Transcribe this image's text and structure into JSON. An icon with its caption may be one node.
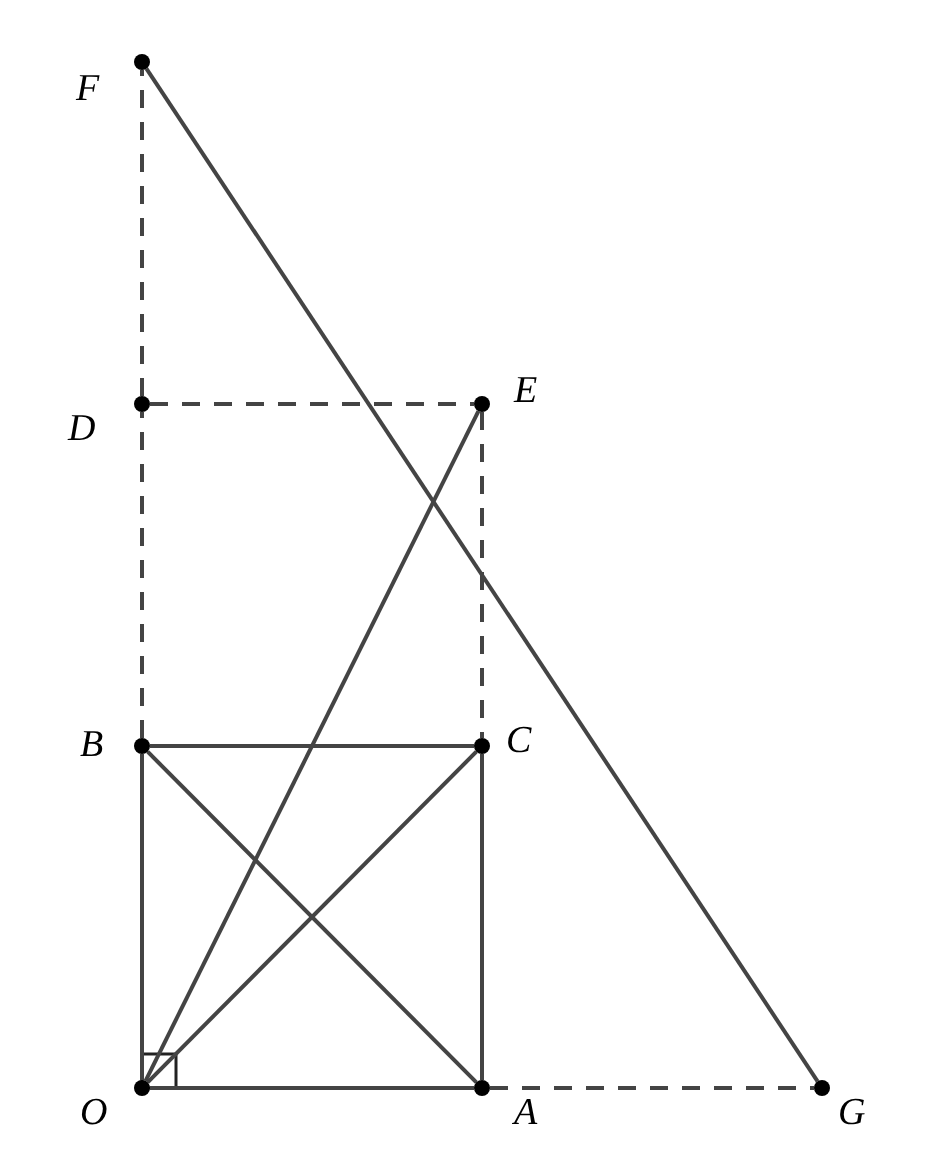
{
  "diagram": {
    "nodes": [
      {
        "text": [
          "F"
        ]
      },
      {
        "text": [
          "D"
        ]
      },
      {
        "text": [
          "E"
        ]
      },
      {
        "text": [
          "B"
        ]
      },
      {
        "text": [
          "C"
        ]
      },
      {
        "text": [
          "O"
        ]
      },
      {
        "text": [
          "A"
        ]
      },
      {
        "text": [
          "G"
        ]
      }
    ],
    "edges": [
      {
        "from": 5,
        "to": 6,
        "arrow": "none"
      },
      {
        "from": 6,
        "to": 7,
        "arrow": "none",
        "style": "dashed"
      },
      {
        "from": 5,
        "to": 3,
        "arrow": "none"
      },
      {
        "from": 3,
        "to": 1,
        "arrow": "none",
        "style": "dashed"
      },
      {
        "from": 1,
        "to": 0,
        "arrow": "none",
        "style": "dashed"
      },
      {
        "from": 1,
        "to": 2,
        "arrow": "none",
        "style": "dashed"
      },
      {
        "from": 2,
        "to": 4,
        "arrow": "none",
        "style": "dashed"
      },
      {
        "from": 4,
        "to": 6,
        "arrow": "none"
      },
      {
        "from": 3,
        "to": 4,
        "arrow": "none"
      },
      {
        "from": 5,
        "to": 4,
        "arrow": "none"
      },
      {
        "from": 3,
        "to": 6,
        "arrow": "none"
      },
      {
        "from": 5,
        "to": 2,
        "arrow": "none"
      },
      {
        "from": 0,
        "to": 7,
        "arrow": "none"
      }
    ]
  }
}
